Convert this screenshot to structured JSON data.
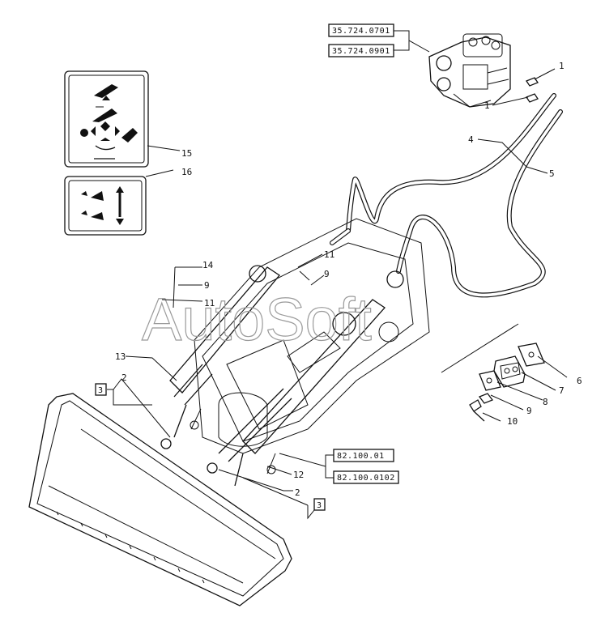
{
  "watermark": "AutoSoft",
  "reference_codes": {
    "valve_a": "35.724.0701",
    "valve_b": "35.724.0901",
    "frame_a": "82.100.01",
    "frame_b": "82.100.0102",
    "box_left": "3",
    "box_right": "3"
  },
  "callouts": {
    "c1a": "1",
    "c1b": "1",
    "c4": "4",
    "c5": "5",
    "c6": "6",
    "c7": "7",
    "c8": "8",
    "c9_right": "9",
    "c10": "10",
    "c15": "15",
    "c16": "16",
    "c14": "14",
    "c9_left": "9",
    "c11_left": "11",
    "c11_mid": "11",
    "c9_mid": "9",
    "c13": "13",
    "c2_left": "2",
    "c12": "12",
    "c2_bottom": "2"
  }
}
